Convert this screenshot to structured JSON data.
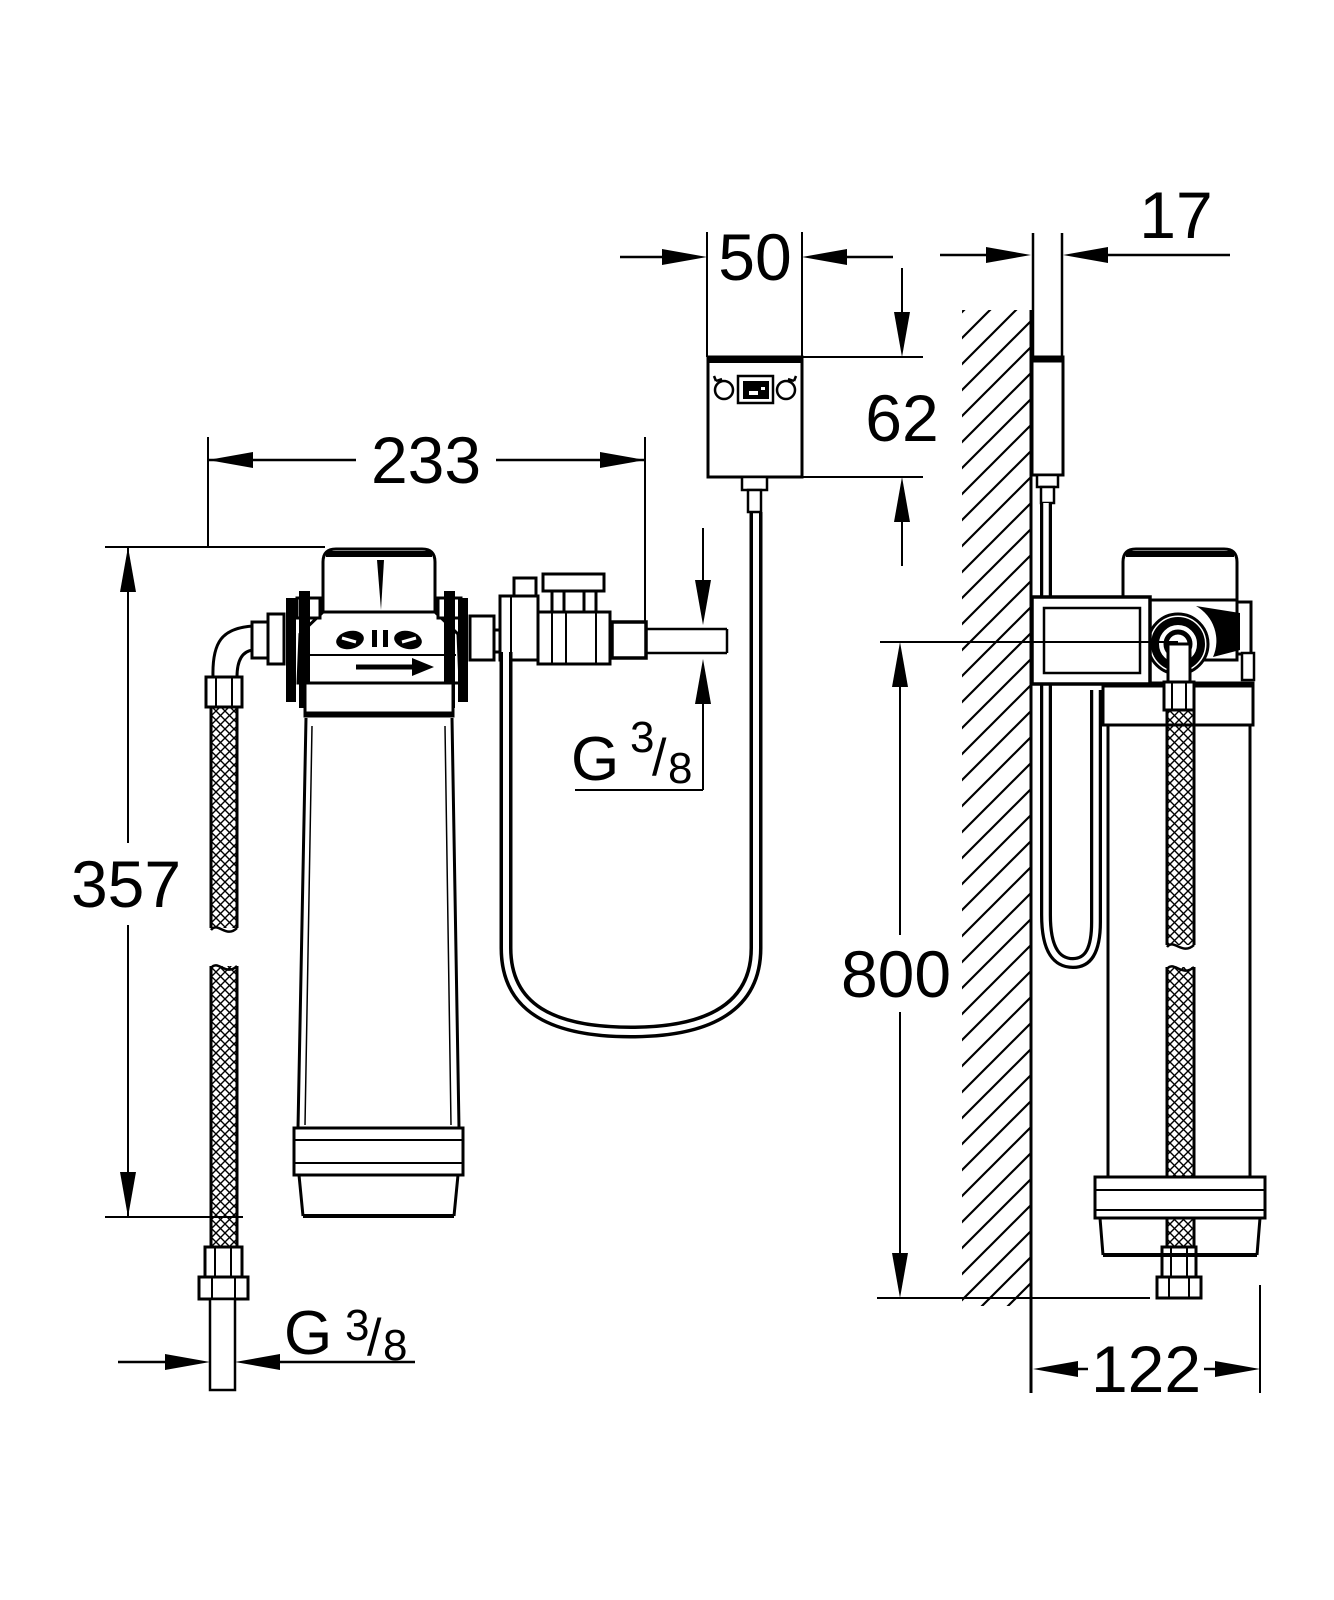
{
  "colors": {
    "line": "#000000",
    "background": "#ffffff"
  },
  "dims": {
    "assembly_width": "233",
    "cartridge_height": "357",
    "flow_sensor_width": "50",
    "flow_sensor_height": "62",
    "wall_clearance": "17",
    "hose_length": "800",
    "mounting_depth": "122"
  },
  "thread": {
    "g": "G",
    "numerator": "3",
    "slash": "/",
    "denominator": "8"
  }
}
